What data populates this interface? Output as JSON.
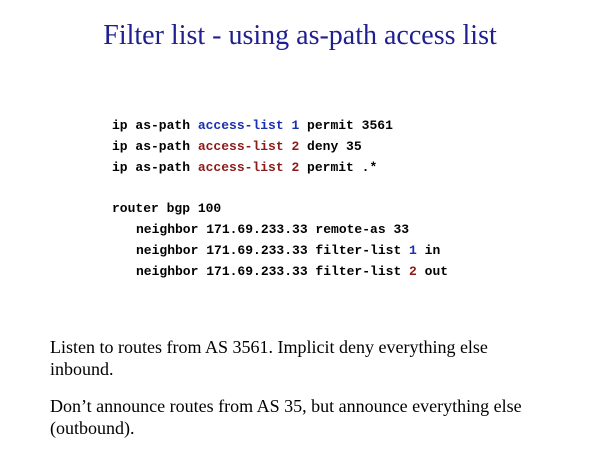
{
  "slide": {
    "title": "Filter list - using as-path access list"
  },
  "code": {
    "lines": [
      {
        "segments": [
          {
            "text": "ip as-path ",
            "color": "#000000"
          },
          {
            "text": "access-list 1",
            "color": "#1a2fb0"
          },
          {
            "text": " permit 3561",
            "color": "#000000"
          }
        ]
      },
      {
        "segments": [
          {
            "text": "ip as-path ",
            "color": "#000000"
          },
          {
            "text": "access-list 2",
            "color": "#8b1a1a"
          },
          {
            "text": " deny 35",
            "color": "#000000"
          }
        ]
      },
      {
        "segments": [
          {
            "text": "ip as-path ",
            "color": "#000000"
          },
          {
            "text": "access-list 2",
            "color": "#8b1a1a"
          },
          {
            "text": " permit .*",
            "color": "#000000"
          }
        ]
      },
      {
        "blank": true
      },
      {
        "segments": [
          {
            "text": "router bgp 100",
            "color": "#000000"
          }
        ]
      },
      {
        "indent": true,
        "segments": [
          {
            "text": "neighbor 171.69.233.33 remote-as 33",
            "color": "#000000"
          }
        ]
      },
      {
        "indent": true,
        "segments": [
          {
            "text": "neighbor 171.69.233.33 filter-list ",
            "color": "#000000"
          },
          {
            "text": "1",
            "color": "#1a2fb0"
          },
          {
            "text": " in",
            "color": "#000000"
          }
        ]
      },
      {
        "indent": true,
        "segments": [
          {
            "text": "neighbor 171.69.233.33 filter-list ",
            "color": "#000000"
          },
          {
            "text": "2",
            "color": "#8b1a1a"
          },
          {
            "text": " out",
            "color": "#000000"
          }
        ]
      }
    ]
  },
  "notes": {
    "paragraph1": "Listen to routes from AS 3561.  Implicit deny everything else inbound.",
    "paragraph2": "Don’t announce routes from AS 35, but announce everything else (outbound)."
  }
}
